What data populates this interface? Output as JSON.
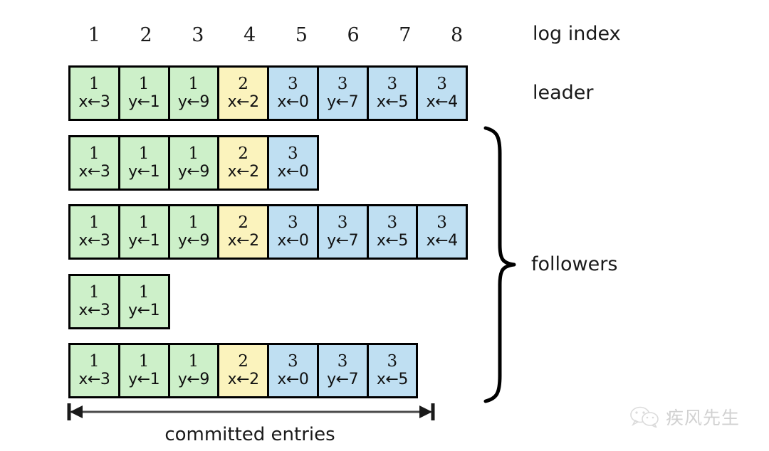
{
  "diagram": {
    "index_header": {
      "label": "log index",
      "indices": [
        "1",
        "2",
        "3",
        "4",
        "5",
        "6",
        "7",
        "8"
      ]
    },
    "labels": {
      "leader": "leader",
      "followers": "followers",
      "committed": "committed entries"
    },
    "colors": {
      "term_1": "#cdf0c9",
      "term_2": "#fbf3bd",
      "term_3": "#bfdff2",
      "border": "#000000",
      "background": "#ffffff"
    },
    "rows": [
      {
        "role": "leader",
        "entries": [
          {
            "term": "1",
            "command": "x←3"
          },
          {
            "term": "1",
            "command": "y←1"
          },
          {
            "term": "1",
            "command": "y←9"
          },
          {
            "term": "2",
            "command": "x←2"
          },
          {
            "term": "3",
            "command": "x←0"
          },
          {
            "term": "3",
            "command": "y←7"
          },
          {
            "term": "3",
            "command": "x←5"
          },
          {
            "term": "3",
            "command": "x←4"
          }
        ]
      },
      {
        "role": "follower",
        "entries": [
          {
            "term": "1",
            "command": "x←3"
          },
          {
            "term": "1",
            "command": "y←1"
          },
          {
            "term": "1",
            "command": "y←9"
          },
          {
            "term": "2",
            "command": "x←2"
          },
          {
            "term": "3",
            "command": "x←0"
          }
        ]
      },
      {
        "role": "follower",
        "entries": [
          {
            "term": "1",
            "command": "x←3"
          },
          {
            "term": "1",
            "command": "y←1"
          },
          {
            "term": "1",
            "command": "y←9"
          },
          {
            "term": "2",
            "command": "x←2"
          },
          {
            "term": "3",
            "command": "x←0"
          },
          {
            "term": "3",
            "command": "y←7"
          },
          {
            "term": "3",
            "command": "x←5"
          },
          {
            "term": "3",
            "command": "x←4"
          }
        ]
      },
      {
        "role": "follower",
        "entries": [
          {
            "term": "1",
            "command": "x←3"
          },
          {
            "term": "1",
            "command": "y←1"
          }
        ]
      },
      {
        "role": "follower",
        "entries": [
          {
            "term": "1",
            "command": "x←3"
          },
          {
            "term": "1",
            "command": "y←1"
          },
          {
            "term": "1",
            "command": "y←9"
          },
          {
            "term": "2",
            "command": "x←2"
          },
          {
            "term": "3",
            "command": "x←0"
          },
          {
            "term": "3",
            "command": "y←7"
          },
          {
            "term": "3",
            "command": "x←5"
          }
        ]
      }
    ],
    "watermark": {
      "text": "疾风先生",
      "icon": "wechat-icon"
    }
  }
}
